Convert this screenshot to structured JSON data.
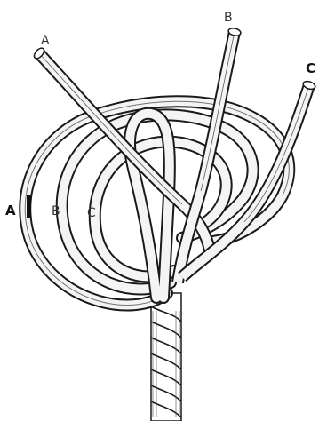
{
  "figure": {
    "background": "#ffffff",
    "ink_color": "#1a1a1a",
    "strand_fill": "#f4f4f4"
  },
  "labels": {
    "end_a": "A",
    "end_b": "B",
    "end_c": "C",
    "loop_a": "A",
    "loop_b": "B",
    "loop_c": "C"
  }
}
